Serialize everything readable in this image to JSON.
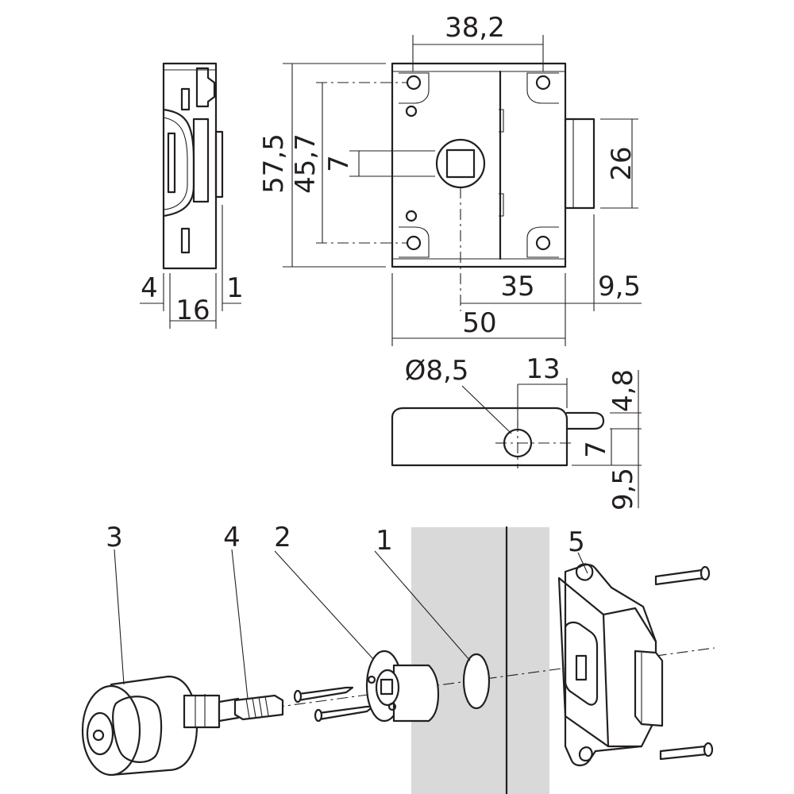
{
  "dimensions": {
    "top_width": "38,2",
    "height_overall": "57,5",
    "height_inner": "45,7",
    "key_square": "7",
    "bolt_height": "26",
    "side_left": "4",
    "side_right": "1",
    "side_width": "16",
    "backset": "35",
    "bolt_throw": "9,5",
    "body_width": "50",
    "hole_diameter": "Ø8,5",
    "hole_offset": "13",
    "bolt_thickness": "4,8",
    "hole_to_bolt": "7",
    "hole_to_base": "9,5"
  },
  "part_labels": {
    "p1": "1",
    "p2": "2",
    "p3": "3",
    "p4": "4",
    "p5": "5"
  },
  "colors": {
    "line": "#231f20",
    "panel": "#d9d9d9",
    "background": "#ffffff"
  }
}
